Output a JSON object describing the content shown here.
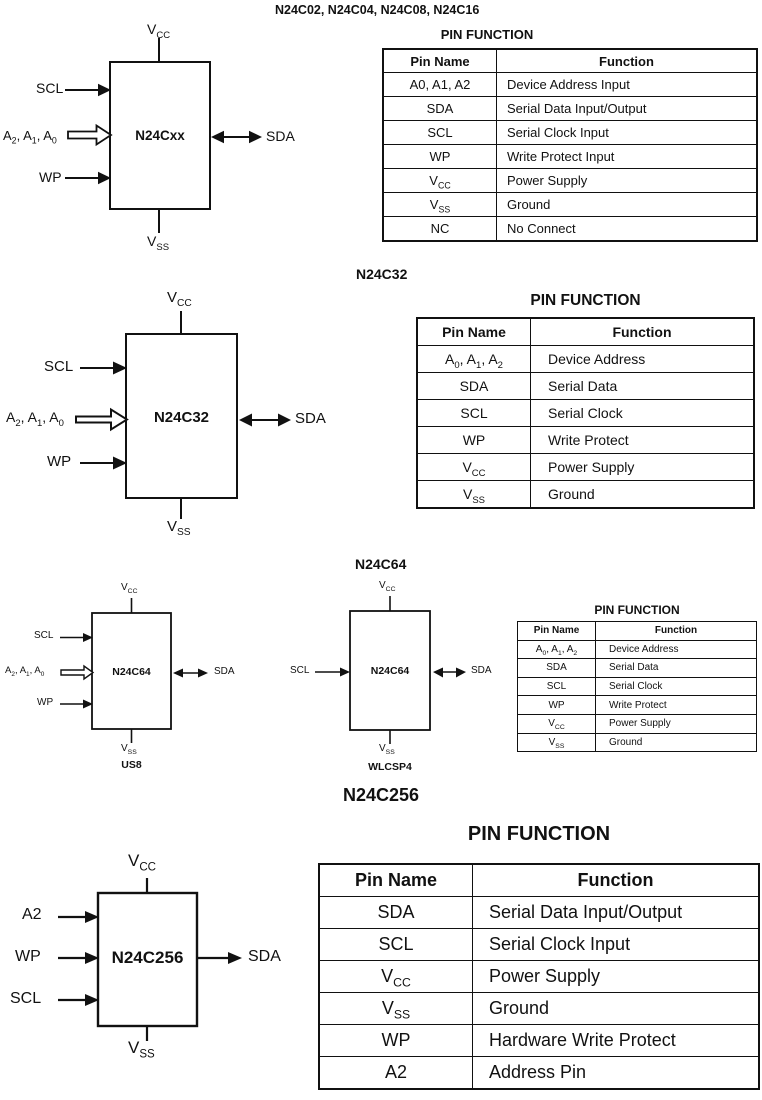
{
  "page": {
    "background": "#ffffff",
    "ink": "#111111"
  },
  "s1": {
    "title": "N24C02, N24C04, N24C08, N24C16",
    "pin_function_title": "PIN FUNCTION",
    "diagram": {
      "chip": "N24Cxx",
      "vcc": [
        {
          "t": "V"
        },
        {
          "t": "CC",
          "sub": true
        }
      ],
      "vss": [
        {
          "t": "V"
        },
        {
          "t": "SS",
          "sub": true
        }
      ],
      "scl": [
        {
          "t": "SCL"
        }
      ],
      "addr": [
        {
          "t": "A"
        },
        {
          "t": "2",
          "sub": true
        },
        {
          "t": ", A"
        },
        {
          "t": "1",
          "sub": true
        },
        {
          "t": ", A"
        },
        {
          "t": "0",
          "sub": true
        }
      ],
      "wp": [
        {
          "t": "WP"
        }
      ],
      "sda": [
        {
          "t": "SDA"
        }
      ]
    },
    "table": {
      "col_pin": "Pin Name",
      "col_fn": "Function",
      "rows": [
        {
          "pin": [
            {
              "t": "A0, A1, A2"
            }
          ],
          "fn": "Device Address Input"
        },
        {
          "pin": [
            {
              "t": "SDA"
            }
          ],
          "fn": "Serial Data Input/Output"
        },
        {
          "pin": [
            {
              "t": "SCL"
            }
          ],
          "fn": "Serial Clock Input"
        },
        {
          "pin": [
            {
              "t": "WP"
            }
          ],
          "fn": "Write Protect Input"
        },
        {
          "pin": [
            {
              "t": "V"
            },
            {
              "t": "CC",
              "sub": true
            }
          ],
          "fn": "Power Supply"
        },
        {
          "pin": [
            {
              "t": "V"
            },
            {
              "t": "SS",
              "sub": true
            }
          ],
          "fn": "Ground"
        },
        {
          "pin": [
            {
              "t": "NC"
            }
          ],
          "fn": "No Connect"
        }
      ]
    }
  },
  "s2": {
    "title": "N24C32",
    "pin_function_title": "PIN FUNCTION",
    "diagram": {
      "chip": "N24C32",
      "vcc": [
        {
          "t": "V"
        },
        {
          "t": "CC",
          "sub": true
        }
      ],
      "vss": [
        {
          "t": "V"
        },
        {
          "t": "SS",
          "sub": true
        }
      ],
      "scl": [
        {
          "t": "SCL"
        }
      ],
      "addr": [
        {
          "t": "A"
        },
        {
          "t": "2",
          "sub": true
        },
        {
          "t": ", A"
        },
        {
          "t": "1",
          "sub": true
        },
        {
          "t": ", A"
        },
        {
          "t": "0",
          "sub": true
        }
      ],
      "wp": [
        {
          "t": "WP"
        }
      ],
      "sda": [
        {
          "t": "SDA"
        }
      ]
    },
    "table": {
      "col_pin": "Pin Name",
      "col_fn": "Function",
      "rows": [
        {
          "pin": [
            {
              "t": "A"
            },
            {
              "t": "0",
              "sub": true
            },
            {
              "t": ", A"
            },
            {
              "t": "1",
              "sub": true
            },
            {
              "t": ", A"
            },
            {
              "t": "2",
              "sub": true
            }
          ],
          "fn": "Device Address"
        },
        {
          "pin": [
            {
              "t": "SDA"
            }
          ],
          "fn": "Serial Data"
        },
        {
          "pin": [
            {
              "t": "SCL"
            }
          ],
          "fn": "Serial Clock"
        },
        {
          "pin": [
            {
              "t": "WP"
            }
          ],
          "fn": "Write Protect"
        },
        {
          "pin": [
            {
              "t": "V"
            },
            {
              "t": "CC",
              "sub": true
            }
          ],
          "fn": "Power Supply"
        },
        {
          "pin": [
            {
              "t": "V"
            },
            {
              "t": "SS",
              "sub": true
            }
          ],
          "fn": "Ground"
        }
      ]
    }
  },
  "s3": {
    "title": "N24C64",
    "pin_function_title": "PIN FUNCTION",
    "diagram_us8": {
      "chip": "N24C64",
      "package": "US8",
      "vcc": [
        {
          "t": "V"
        },
        {
          "t": "CC",
          "sub": true
        }
      ],
      "vss": [
        {
          "t": "V"
        },
        {
          "t": "SS",
          "sub": true
        }
      ],
      "scl": [
        {
          "t": "SCL"
        }
      ],
      "addr": [
        {
          "t": "A"
        },
        {
          "t": "2",
          "sub": true
        },
        {
          "t": ", A"
        },
        {
          "t": "1",
          "sub": true
        },
        {
          "t": ", A"
        },
        {
          "t": "0",
          "sub": true
        }
      ],
      "wp": [
        {
          "t": "WP"
        }
      ],
      "sda": [
        {
          "t": "SDA"
        }
      ]
    },
    "diagram_wlcsp": {
      "chip": "N24C64",
      "package": "WLCSP4",
      "vcc": [
        {
          "t": "V"
        },
        {
          "t": "CC",
          "sub": true
        }
      ],
      "vss": [
        {
          "t": "V"
        },
        {
          "t": "SS",
          "sub": true
        }
      ],
      "scl": [
        {
          "t": "SCL"
        }
      ],
      "sda": [
        {
          "t": "SDA"
        }
      ]
    },
    "table": {
      "col_pin": "Pin Name",
      "col_fn": "Function",
      "rows": [
        {
          "pin": [
            {
              "t": "A"
            },
            {
              "t": "0",
              "sub": true
            },
            {
              "t": ", A"
            },
            {
              "t": "1",
              "sub": true
            },
            {
              "t": ", A"
            },
            {
              "t": "2",
              "sub": true
            }
          ],
          "fn": "Device Address"
        },
        {
          "pin": [
            {
              "t": "SDA"
            }
          ],
          "fn": "Serial Data"
        },
        {
          "pin": [
            {
              "t": "SCL"
            }
          ],
          "fn": "Serial Clock"
        },
        {
          "pin": [
            {
              "t": "WP"
            }
          ],
          "fn": "Write Protect"
        },
        {
          "pin": [
            {
              "t": "V"
            },
            {
              "t": "CC",
              "sub": true
            }
          ],
          "fn": "Power Supply"
        },
        {
          "pin": [
            {
              "t": "V"
            },
            {
              "t": "SS",
              "sub": true
            }
          ],
          "fn": "Ground"
        }
      ]
    }
  },
  "s4": {
    "title": "N24C256",
    "pin_function_title": "PIN FUNCTION",
    "diagram": {
      "chip": "N24C256",
      "vcc": [
        {
          "t": "V"
        },
        {
          "t": "CC",
          "sub": true
        }
      ],
      "vss": [
        {
          "t": "V"
        },
        {
          "t": "SS",
          "sub": true
        }
      ],
      "a2": [
        {
          "t": "A2"
        }
      ],
      "wp": [
        {
          "t": "WP"
        }
      ],
      "scl": [
        {
          "t": "SCL"
        }
      ],
      "sda": [
        {
          "t": "SDA"
        }
      ]
    },
    "table": {
      "col_pin": "Pin Name",
      "col_fn": "Function",
      "rows": [
        {
          "pin": [
            {
              "t": "SDA"
            }
          ],
          "fn": "Serial Data Input/Output"
        },
        {
          "pin": [
            {
              "t": "SCL"
            }
          ],
          "fn": "Serial Clock Input"
        },
        {
          "pin": [
            {
              "t": "V"
            },
            {
              "t": "CC",
              "sub": true
            }
          ],
          "fn": "Power Supply"
        },
        {
          "pin": [
            {
              "t": "V"
            },
            {
              "t": "SS",
              "sub": true
            }
          ],
          "fn": "Ground"
        },
        {
          "pin": [
            {
              "t": "WP"
            }
          ],
          "fn": "Hardware Write Protect"
        },
        {
          "pin": [
            {
              "t": "A2"
            }
          ],
          "fn": "Address Pin"
        }
      ]
    }
  }
}
